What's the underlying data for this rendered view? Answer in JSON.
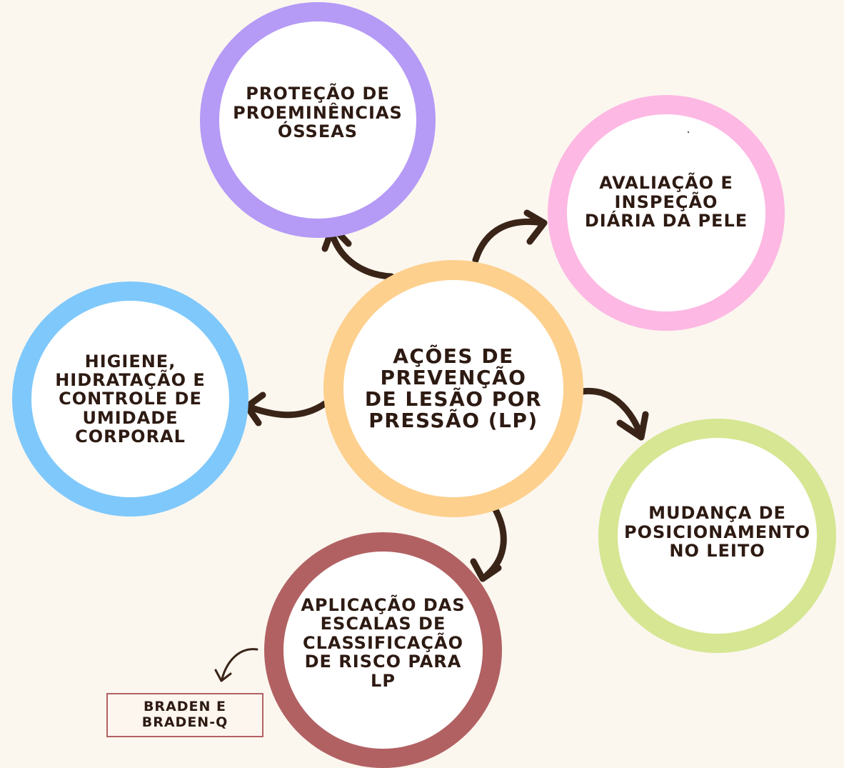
{
  "center": {
    "text": "AÇÕES DE\nPREVENÇÃO\nDE LESÃO POR\nPRESSÃO (LP)",
    "color": "#fdd08e"
  },
  "nodes": {
    "protecao": {
      "text": "PROTEÇÃO DE\nPROEMINÊNCIAS\nÓSSEAS",
      "color": "#b59af6"
    },
    "avaliacao": {
      "text": "AVALIAÇÃO E\nINSPEÇÃO\nDIÁRIA DA PELE",
      "color": "#fdb8e3"
    },
    "higiene": {
      "text": "HIGIENE,\nHIDRATAÇÃO E\nCONTROLE DE\nUMIDADE\nCORPORAL",
      "color": "#7fc8fb"
    },
    "mudanca": {
      "text": "MUDANÇA DE\nPOSICIONAMENTO\nNO LEITO",
      "color": "#d6e693"
    },
    "aplicacao": {
      "text": "APLICAÇÃO DAS\nESCALAS DE\nCLASSIFICAÇÃO\nDE RISCO PARA\nLP",
      "color": "#b26163"
    }
  },
  "braden": {
    "text": "BRADEN E\nBRADEN-Q"
  },
  "colors": {
    "background": "#fbf7ef",
    "text": "#2d1a12",
    "arrow": "#3a2418"
  }
}
